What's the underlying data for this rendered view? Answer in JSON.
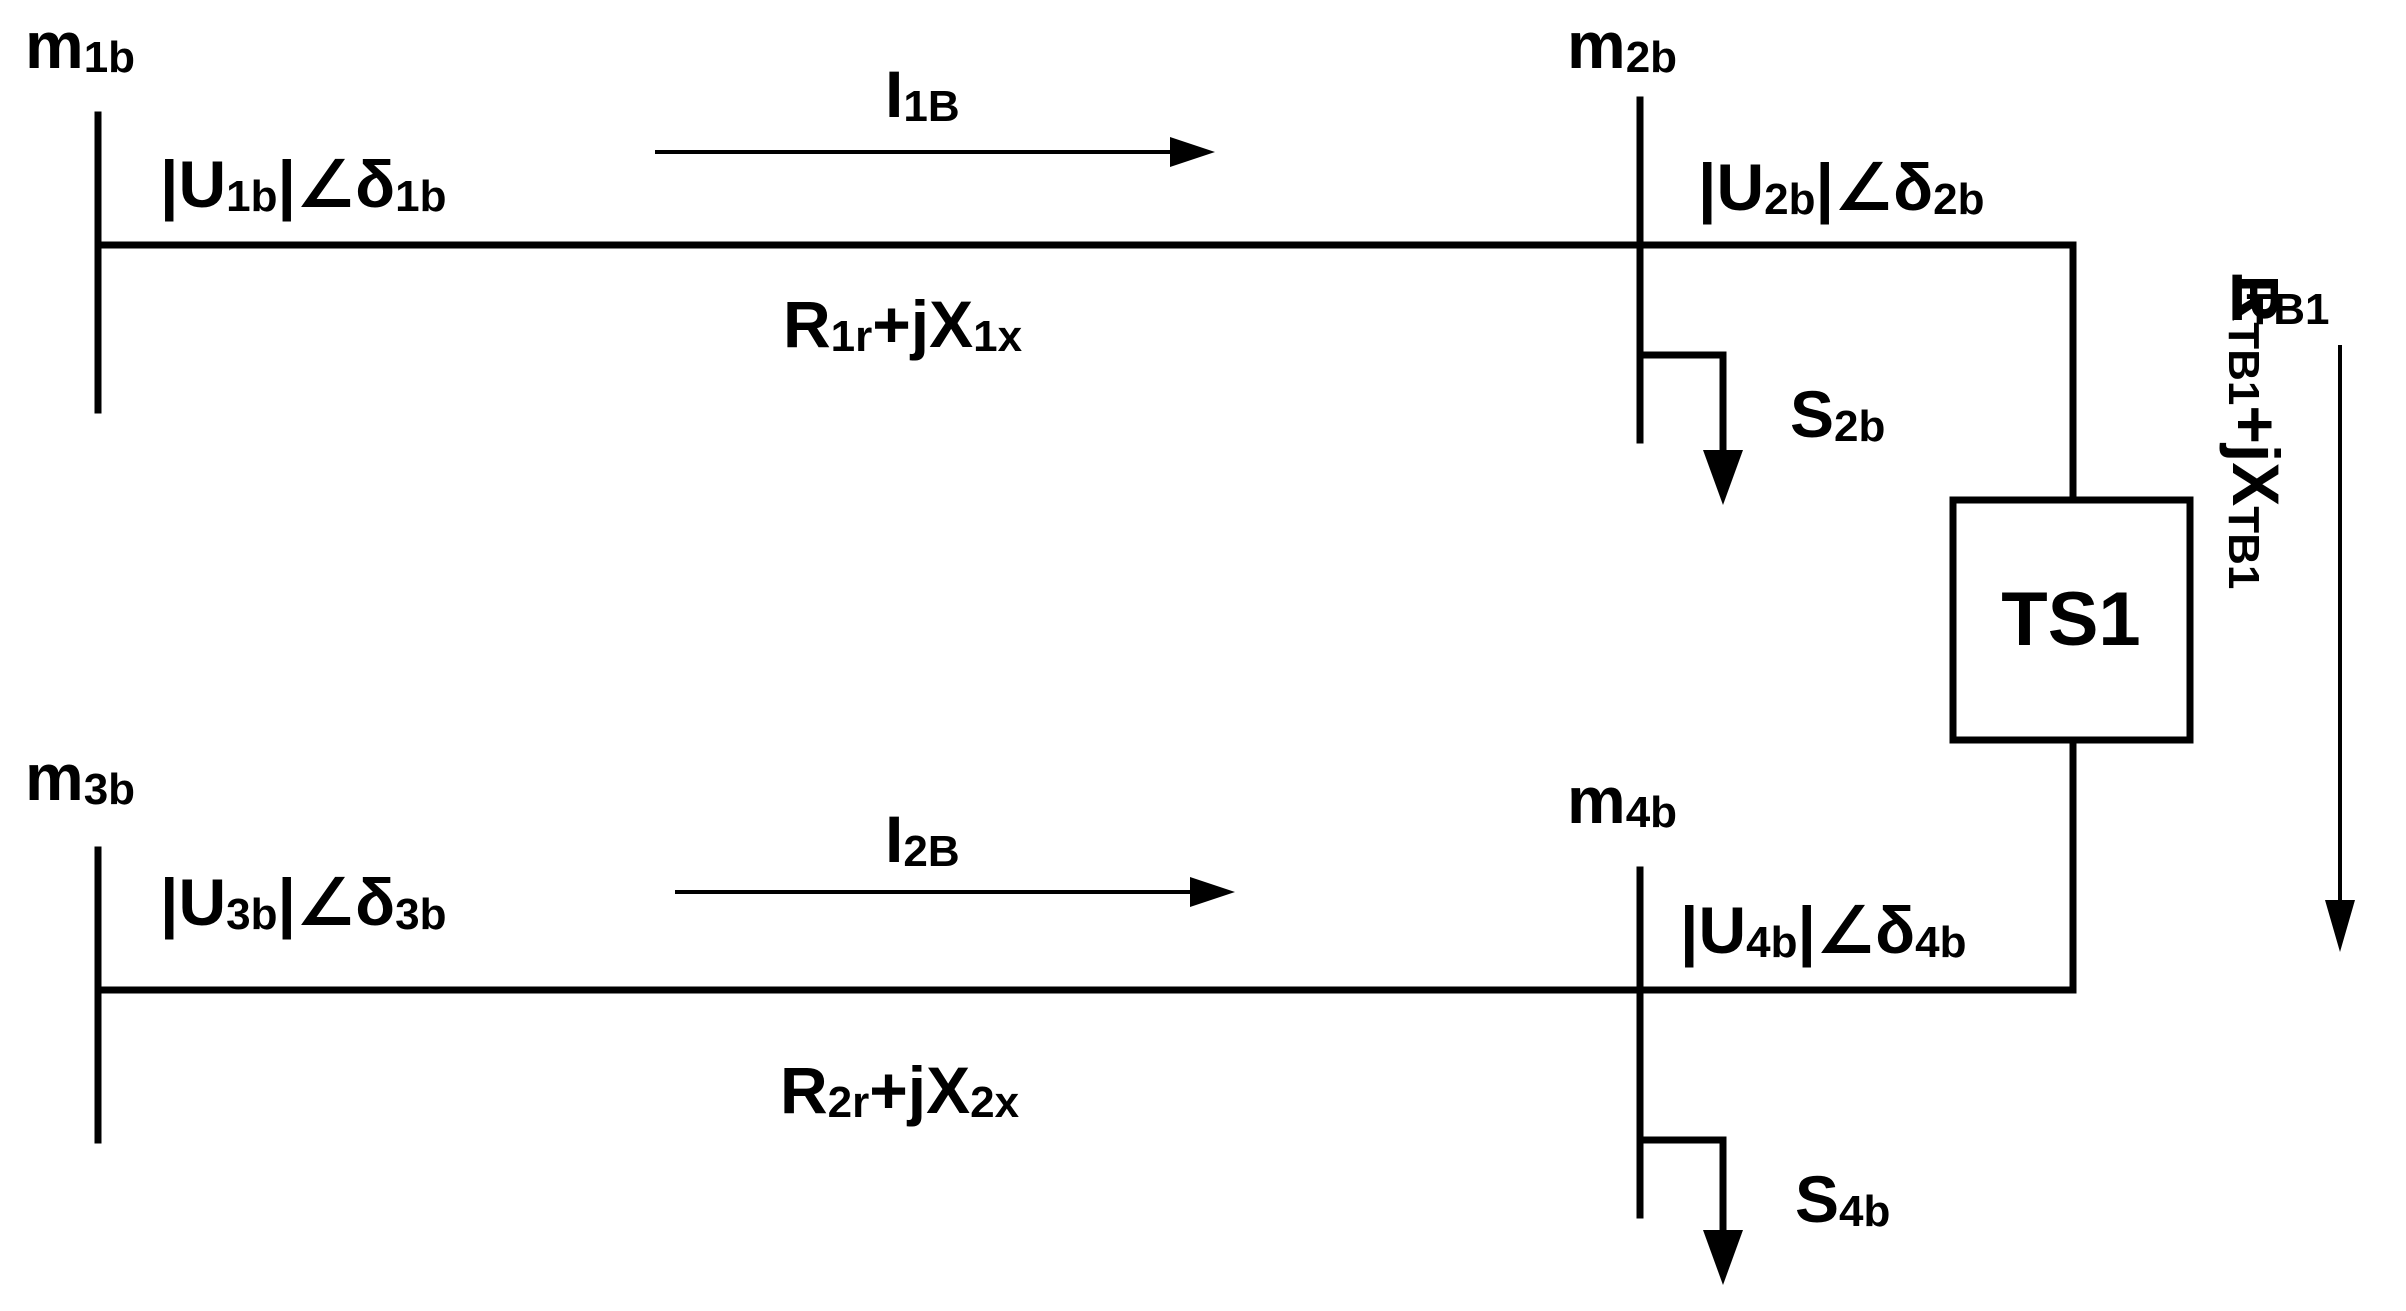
{
  "buses": {
    "m1b": {
      "main": "m",
      "sub": "1b"
    },
    "m2b": {
      "main": "m",
      "sub": "2b"
    },
    "m3b": {
      "main": "m",
      "sub": "3b"
    },
    "m4b": {
      "main": "m",
      "sub": "4b"
    }
  },
  "voltages": {
    "u1b": {
      "pre": "|U",
      "s1": "1b",
      "mid": "|∠δ",
      "s2": "1b"
    },
    "u2b": {
      "pre": "|U",
      "s1": "2b",
      "mid": "|∠δ",
      "s2": "2b"
    },
    "u3b": {
      "pre": "|U",
      "s1": "3b",
      "mid": "|∠δ",
      "s2": "3b"
    },
    "u4b": {
      "pre": "|U",
      "s1": "4b",
      "mid": "|∠δ",
      "s2": "4b"
    }
  },
  "currents": {
    "i1b": {
      "main": "I",
      "sub": "1B"
    },
    "i2b": {
      "main": "I",
      "sub": "2B"
    },
    "itb1": {
      "main": "I",
      "sub": "TB1"
    }
  },
  "impedances": {
    "line1": {
      "a": "R",
      "s1": "1r",
      "b": "+jX",
      "s2": "1x"
    },
    "line2": {
      "a": "R",
      "s1": "2r",
      "b": "+jX",
      "s2": "2x"
    },
    "transformer": {
      "a": "R",
      "s1": "TB1",
      "b": "+jX",
      "s2": "TB1"
    }
  },
  "loads": {
    "s2b": {
      "main": "S",
      "sub": "2b"
    },
    "s4b": {
      "main": "S",
      "sub": "4b"
    }
  },
  "transformer_box": {
    "label": "TS1"
  },
  "colors": {
    "stroke": "#000000",
    "background": "#ffffff"
  }
}
